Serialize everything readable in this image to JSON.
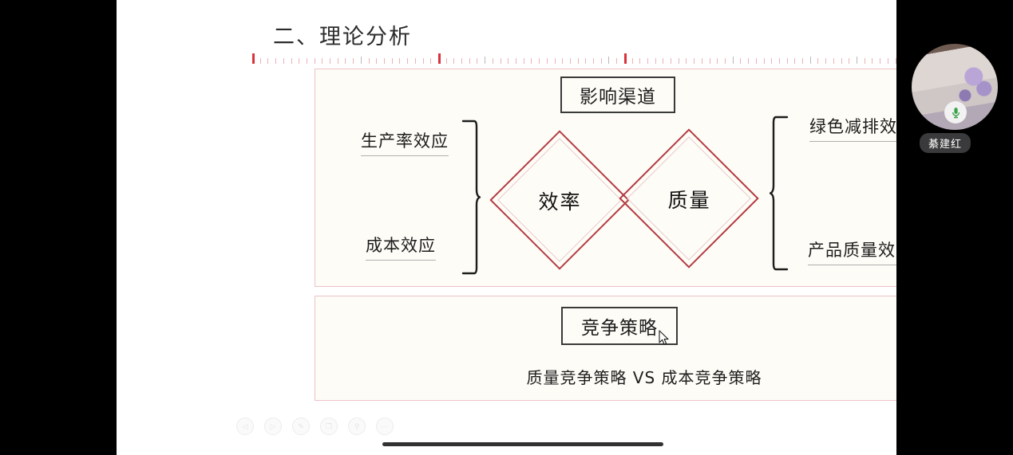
{
  "slide": {
    "title": "二、理论分析",
    "panels": {
      "channels": {
        "heading": "影响渠道",
        "left_labels": [
          "生产率效应",
          "成本效应"
        ],
        "right_labels": [
          "绿色减排效应",
          "产品质量效应"
        ],
        "diamonds": [
          "效率",
          "质量"
        ]
      },
      "strategy": {
        "heading": "竞争策略",
        "comparison": "质量竞争策略  VS  成本竞争策略"
      }
    }
  },
  "viewer_toolbar": {
    "buttons": [
      {
        "icon": "previous-slide-icon",
        "glyph": "◁"
      },
      {
        "icon": "next-slide-icon",
        "glyph": "▷"
      },
      {
        "icon": "annotate-pen-icon",
        "glyph": "✎"
      },
      {
        "icon": "duplicate-icon",
        "glyph": "❐"
      },
      {
        "icon": "zoom-magnifier-icon",
        "glyph": "⚲"
      },
      {
        "icon": "more-options-icon",
        "glyph": "···"
      }
    ]
  },
  "participant": {
    "name": "綦建红",
    "avatar_alt": "avatar",
    "speaking_indicator": "microphone-active-icon"
  },
  "controls": {
    "mic_toggle_state": "muted",
    "mic_toggle_icon": "microphone-muted-icon"
  },
  "colors": {
    "panel_border": "#eec3c6",
    "panel_bg": "#fdfcf6",
    "diamond_outer": "#b33a41",
    "diamond_inner": "#e7c9cb",
    "ruler_major": "#d8333c",
    "ruler_minor": "#e9b4b4",
    "mute_slash": "#9e2b2b",
    "stage_bg": "#000000"
  }
}
